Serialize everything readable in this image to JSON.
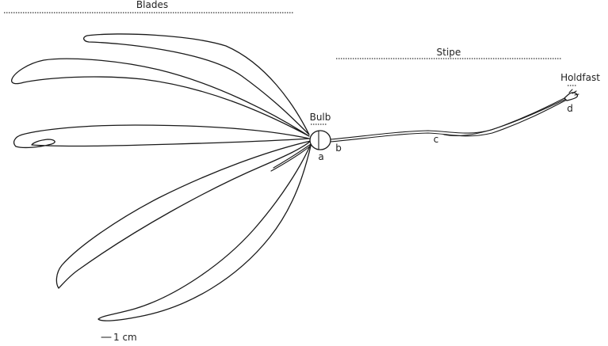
{
  "labels": {
    "blades": "Blades",
    "stipe": "Stipe",
    "bulb": "Bulb",
    "holdfast": "Holdfast"
  },
  "points": {
    "a": "a",
    "b": "b",
    "c": "c",
    "d": "d"
  },
  "scale_bar": {
    "label": "1 cm"
  }
}
